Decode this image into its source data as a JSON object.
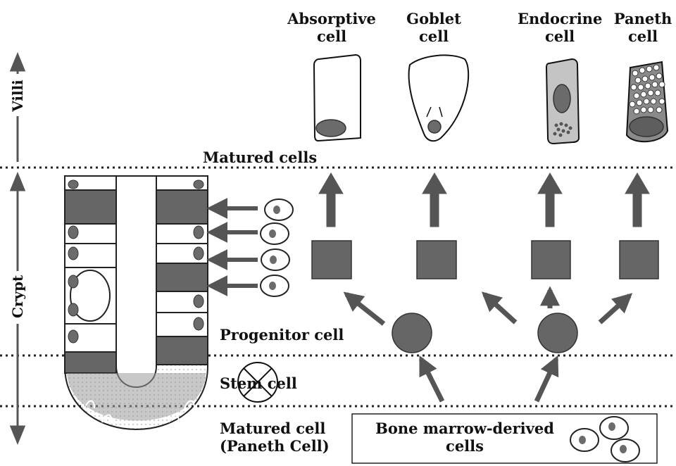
{
  "cell_types": [
    {
      "line1": "Absorptive",
      "line2": "cell"
    },
    {
      "line1": "Goblet",
      "line2": "cell"
    },
    {
      "line1": "Endocrine",
      "line2": "cell"
    },
    {
      "line1": "Paneth",
      "line2": "cell"
    }
  ],
  "axis": {
    "villi": "Villi",
    "crypt": "Crypt"
  },
  "labels": {
    "matured_cells": "Matured cells",
    "progenitor_cell": "Progenitor cell",
    "stem_cell": "Stem cell",
    "matured_cell_line1": "Matured cell",
    "matured_cell_line2": "(Paneth Cell)",
    "bone_marrow_line1": "Bone marrow-derived",
    "bone_marrow_line2": "cells"
  }
}
